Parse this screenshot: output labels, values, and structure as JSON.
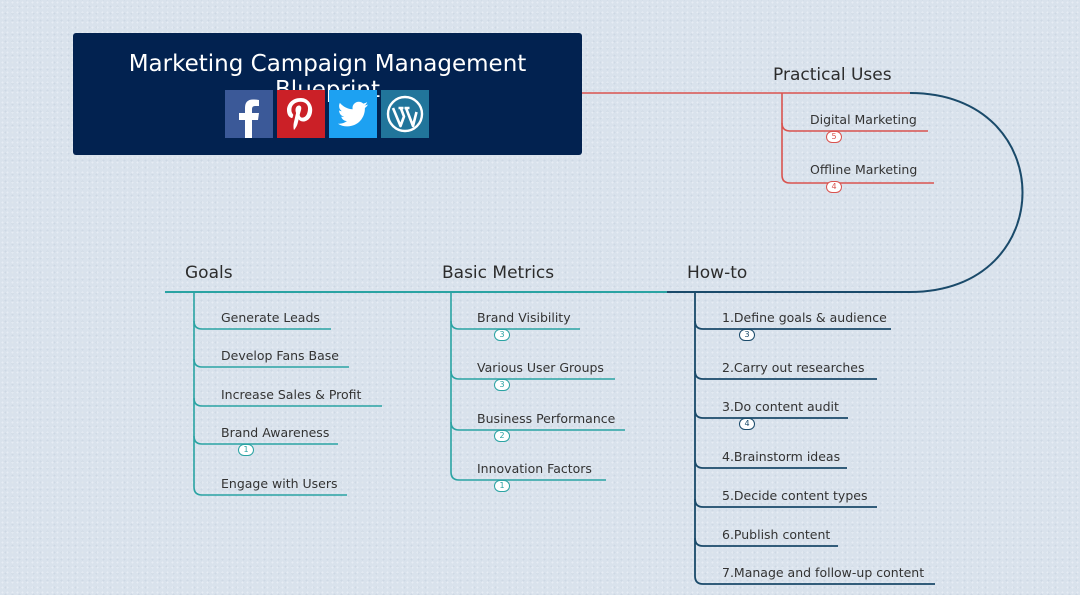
{
  "title": "Marketing Campaign Management Blueprint",
  "social_icons": [
    "facebook-icon",
    "pinterest-icon",
    "twitter-icon",
    "wordpress-icon"
  ],
  "colors": {
    "title_bg": "#022250",
    "teal": "#2aa3a3",
    "red": "#d9534f",
    "navy": "#1a4a6a",
    "background": "#d9e2ec"
  },
  "branches": {
    "practical_uses": {
      "label": "Practical Uses",
      "items": [
        {
          "label": "Digital Marketing",
          "badge": "5"
        },
        {
          "label": "Offline Marketing",
          "badge": "4"
        }
      ]
    },
    "goals": {
      "label": "Goals",
      "items": [
        {
          "label": "Generate Leads",
          "badge": ""
        },
        {
          "label": "Develop Fans Base",
          "badge": ""
        },
        {
          "label": "Increase Sales & Profit",
          "badge": ""
        },
        {
          "label": "Brand Awareness",
          "badge": "1"
        },
        {
          "label": "Engage with Users",
          "badge": ""
        }
      ]
    },
    "basic_metrics": {
      "label": "Basic Metrics",
      "items": [
        {
          "label": "Brand Visibility",
          "badge": "3"
        },
        {
          "label": "Various User Groups",
          "badge": "3"
        },
        {
          "label": "Business Performance",
          "badge": "2"
        },
        {
          "label": "Innovation Factors",
          "badge": "1"
        }
      ]
    },
    "how_to": {
      "label": "How-to",
      "items": [
        {
          "label": "1.Define goals & audience",
          "badge": "3"
        },
        {
          "label": "2.Carry out researches",
          "badge": ""
        },
        {
          "label": "3.Do content audit",
          "badge": "4"
        },
        {
          "label": "4.Brainstorm ideas",
          "badge": ""
        },
        {
          "label": "5.Decide content types",
          "badge": ""
        },
        {
          "label": "6.Publish content",
          "badge": ""
        },
        {
          "label": "7.Manage and follow-up content",
          "badge": ""
        }
      ]
    }
  }
}
